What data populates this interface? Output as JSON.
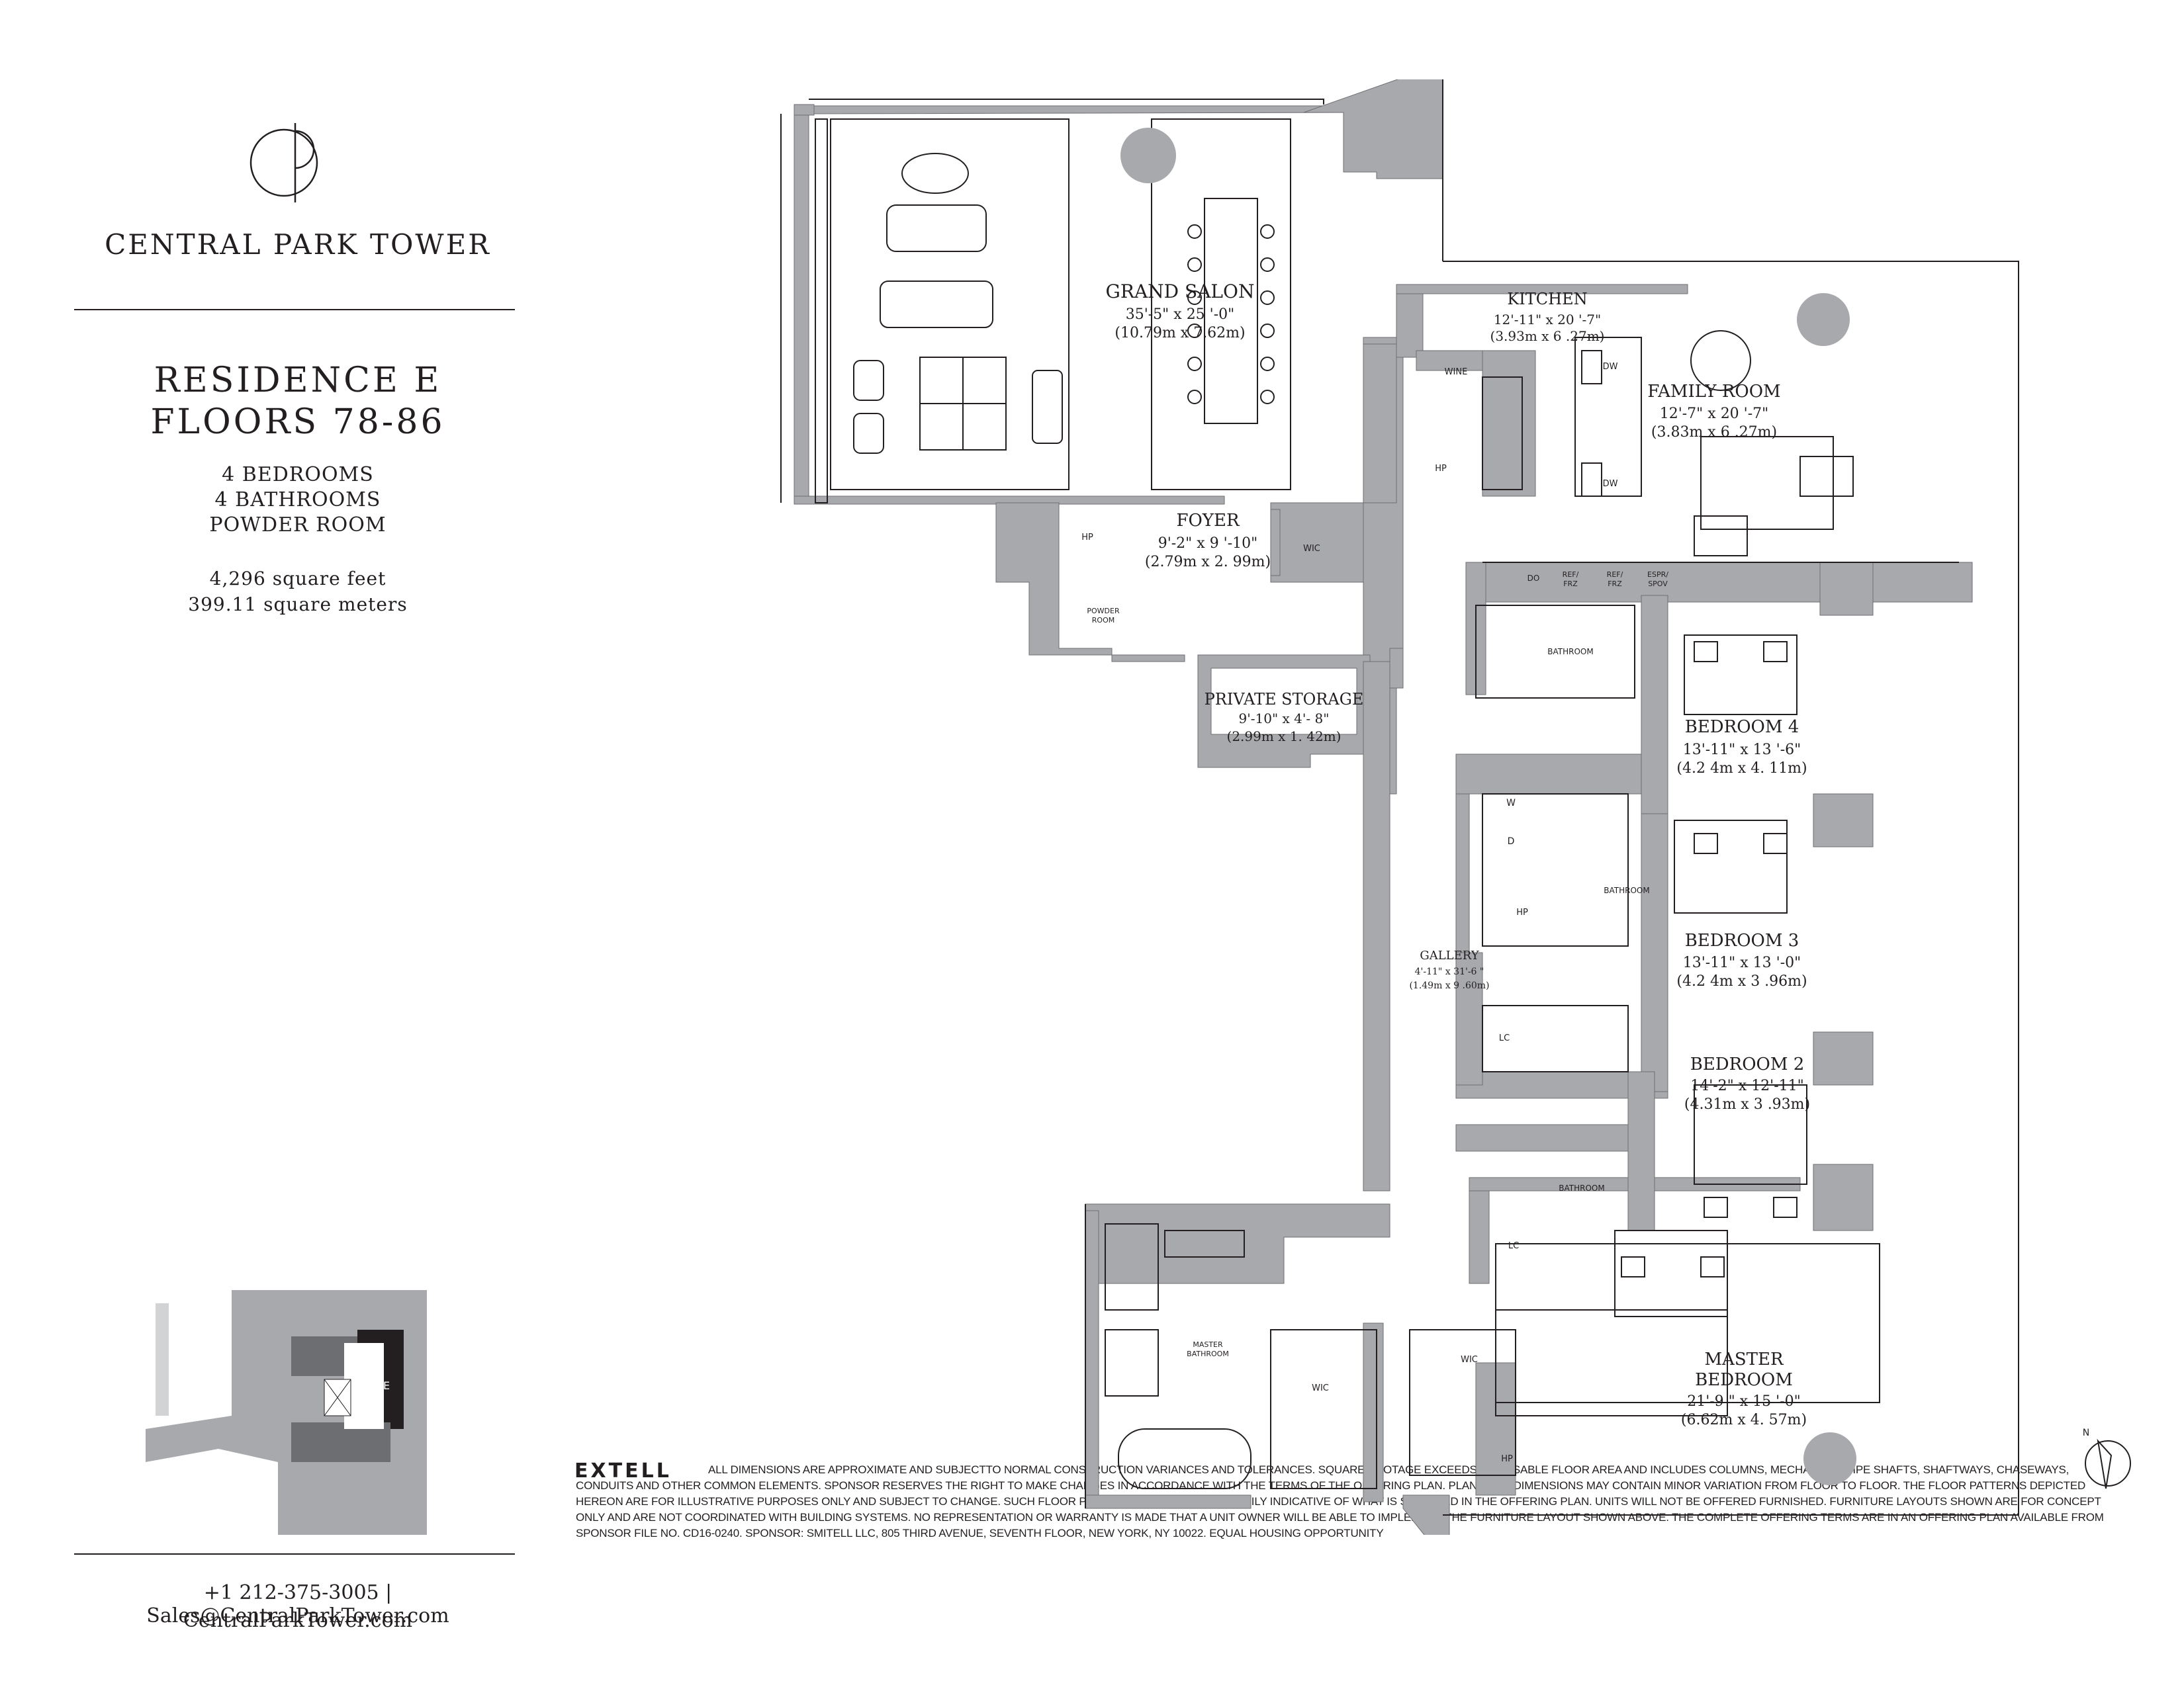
{
  "brand": {
    "name": "CENTRAL PARK TOWER"
  },
  "residence": {
    "title": "RESIDENCE E",
    "floors": "FLOORS 78-86",
    "specs": [
      "4 BEDROOMS",
      "4 BATHROOMS",
      "POWDER ROOM"
    ],
    "area_sqft": "4,296 square feet",
    "area_sqm": "399.11 square meters"
  },
  "keyplan": {
    "unit_label": "E"
  },
  "compass": {
    "label": "N"
  },
  "contact": {
    "phone_email": "+1 212-375-3005 | Sales@CentralParkTower.com",
    "website": "CentralParkTower.com"
  },
  "developer": {
    "logo_text": "EXTELL"
  },
  "disclaimer": "ALL DIMENSIONS ARE APPROXIMATE AND SUBJECTTO NORMAL CONSTRUCTION VARIANCES AND TOLERANCES. SQUARE FOOTAGE EXCEEDS THE USABLE FLOOR AREA AND INCLUDES COLUMNS, MECHANICAL PIPE SHAFTS, SHAFTWAYS, CHASEWAYS, CONDUITS AND OTHER COMMON ELEMENTS. SPONSOR RESERVES THE RIGHT TO MAKE CHANGES IN ACCORDANCE WITH THE TERMS OF THE OFFERING PLAN. PLANS AND DIMENSIONS MAY CONTAIN MINOR VARIATION FROM FLOOR TO FLOOR. THE FLOOR PATTERNS DEPICTED HEREON ARE FOR ILLUSTRATIVE PURPOSES ONLY AND SUBJECT TO CHANGE. SUCH FLOOR PATTERNS ARE NOT NECESSARILY INDICATIVE OF WHAT IS SPECIFIED IN THE OFFERING PLAN. UNITS WILL NOT BE OFFERED FURNISHED. FURNITURE LAYOUTS SHOWN ARE FOR CONCEPT ONLY AND ARE NOT COORDINATED WITH BUILDING SYSTEMS. NO REPRESENTATION OR WARRANTY IS MADE THAT A UNIT OWNER WILL BE ABLE TO IMPLEMENT THE FURNITURE LAYOUT SHOWN ABOVE. THE COMPLETE OFFERING TERMS ARE IN AN OFFERING PLAN AVAILABLE FROM SPONSOR FILE NO. CD16-0240. SPONSOR: SMITELL LLC, 805 THIRD AVENUE, SEVENTH FLOOR, NEW YORK, NY 10022. EQUAL HOUSING OPPORTUNITY",
  "rooms": {
    "grand_salon": {
      "name": "GRAND SALON",
      "dim_imperial": "35'-5\" x 25 '-0\"",
      "dim_metric": "(10.79m x 7.62m)"
    },
    "kitchen": {
      "name": "KITCHEN",
      "dim_imperial": "12'-11\" x 20 '-7\"",
      "dim_metric": "(3.93m x 6 .27m)"
    },
    "family_room": {
      "name": "FAMILY ROOM",
      "dim_imperial": "12'-7\" x 20 '-7\"",
      "dim_metric": "(3.83m x 6 .27m)"
    },
    "foyer": {
      "name": "FOYER",
      "dim_imperial": "9'-2\" x 9 '-10\"",
      "dim_metric": "(2.79m x 2. 99m)"
    },
    "private_storage": {
      "name": "PRIVATE STORAGE",
      "dim_imperial": "9'-10\" x 4'- 8\"",
      "dim_metric": "(2.99m x 1. 42m)"
    },
    "bedroom4": {
      "name": "BEDROOM 4",
      "dim_imperial": "13'-11\" x 13 '-6\"",
      "dim_metric": "(4.2 4m x 4. 11m)"
    },
    "bedroom3": {
      "name": "BEDROOM 3",
      "dim_imperial": "13'-11\" x 13 '-0\"",
      "dim_metric": "(4.2 4m x 3 .96m)"
    },
    "bedroom2": {
      "name": "BEDROOM 2",
      "dim_imperial": "14'-2\" x 12'-11\"",
      "dim_metric": "(4.31m x 3 .93m)"
    },
    "gallery": {
      "name": "GALLERY",
      "dim_imperial": "4'-11\" x 31'-6 \"",
      "dim_metric": "(1.49m x 9 .60m)"
    },
    "master_bedroom": {
      "name_line1": "MASTER",
      "name_line2": "BEDROOM",
      "dim_imperial": "21'-9 \" x 15 '-0\"",
      "dim_metric": "(6.62m x 4. 57m)"
    }
  },
  "small_labels": {
    "wine": "WINE",
    "hp": "HP",
    "wic": "WIC",
    "dw": "DW",
    "do": "DO",
    "ref_frz_1": "REF/",
    "ref_frz_2": "FRZ",
    "espr_1": "ESPR/",
    "espr_2": "SPOV",
    "powder_1": "POWDER",
    "powder_2": "ROOM",
    "bathroom": "BATHROOM",
    "w": "W",
    "d": "D",
    "lc": "LC",
    "master_bath_1": "MASTER",
    "master_bath_2": "BATHROOM"
  },
  "colors": {
    "wall": "#a7a9ac",
    "ink": "#231f20",
    "keyplan_dark": "#231f20",
    "keyplan_mid": "#6d6e71",
    "keyplan_light": "#a7a9ac"
  }
}
